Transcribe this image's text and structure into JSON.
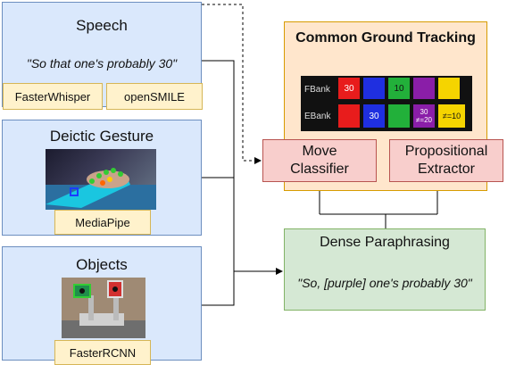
{
  "speech": {
    "title": "Speech",
    "quote": "\"So that one's probably 30\"",
    "tools": [
      "FasterWhisper",
      "openSMILE"
    ]
  },
  "gesture": {
    "title": "Deictic Gesture",
    "tool": "MediaPipe"
  },
  "objects": {
    "title": "Objects",
    "tool": "FasterRCNN"
  },
  "cgt": {
    "title": "Common Ground Tracking",
    "table_rows": [
      {
        "label": "FBank",
        "cells": [
          "30",
          "",
          "10",
          "",
          ""
        ]
      },
      {
        "label": "EBank",
        "cells": [
          "",
          "30",
          "",
          "30\n≠=20",
          "≠=10"
        ]
      }
    ],
    "move_classifier": "Move Classifier",
    "propositional_extractor": "Propositional Extractor"
  },
  "dense": {
    "title": "Dense Paraphrasing",
    "quote": "\"So, [purple] one's probably 30\""
  }
}
